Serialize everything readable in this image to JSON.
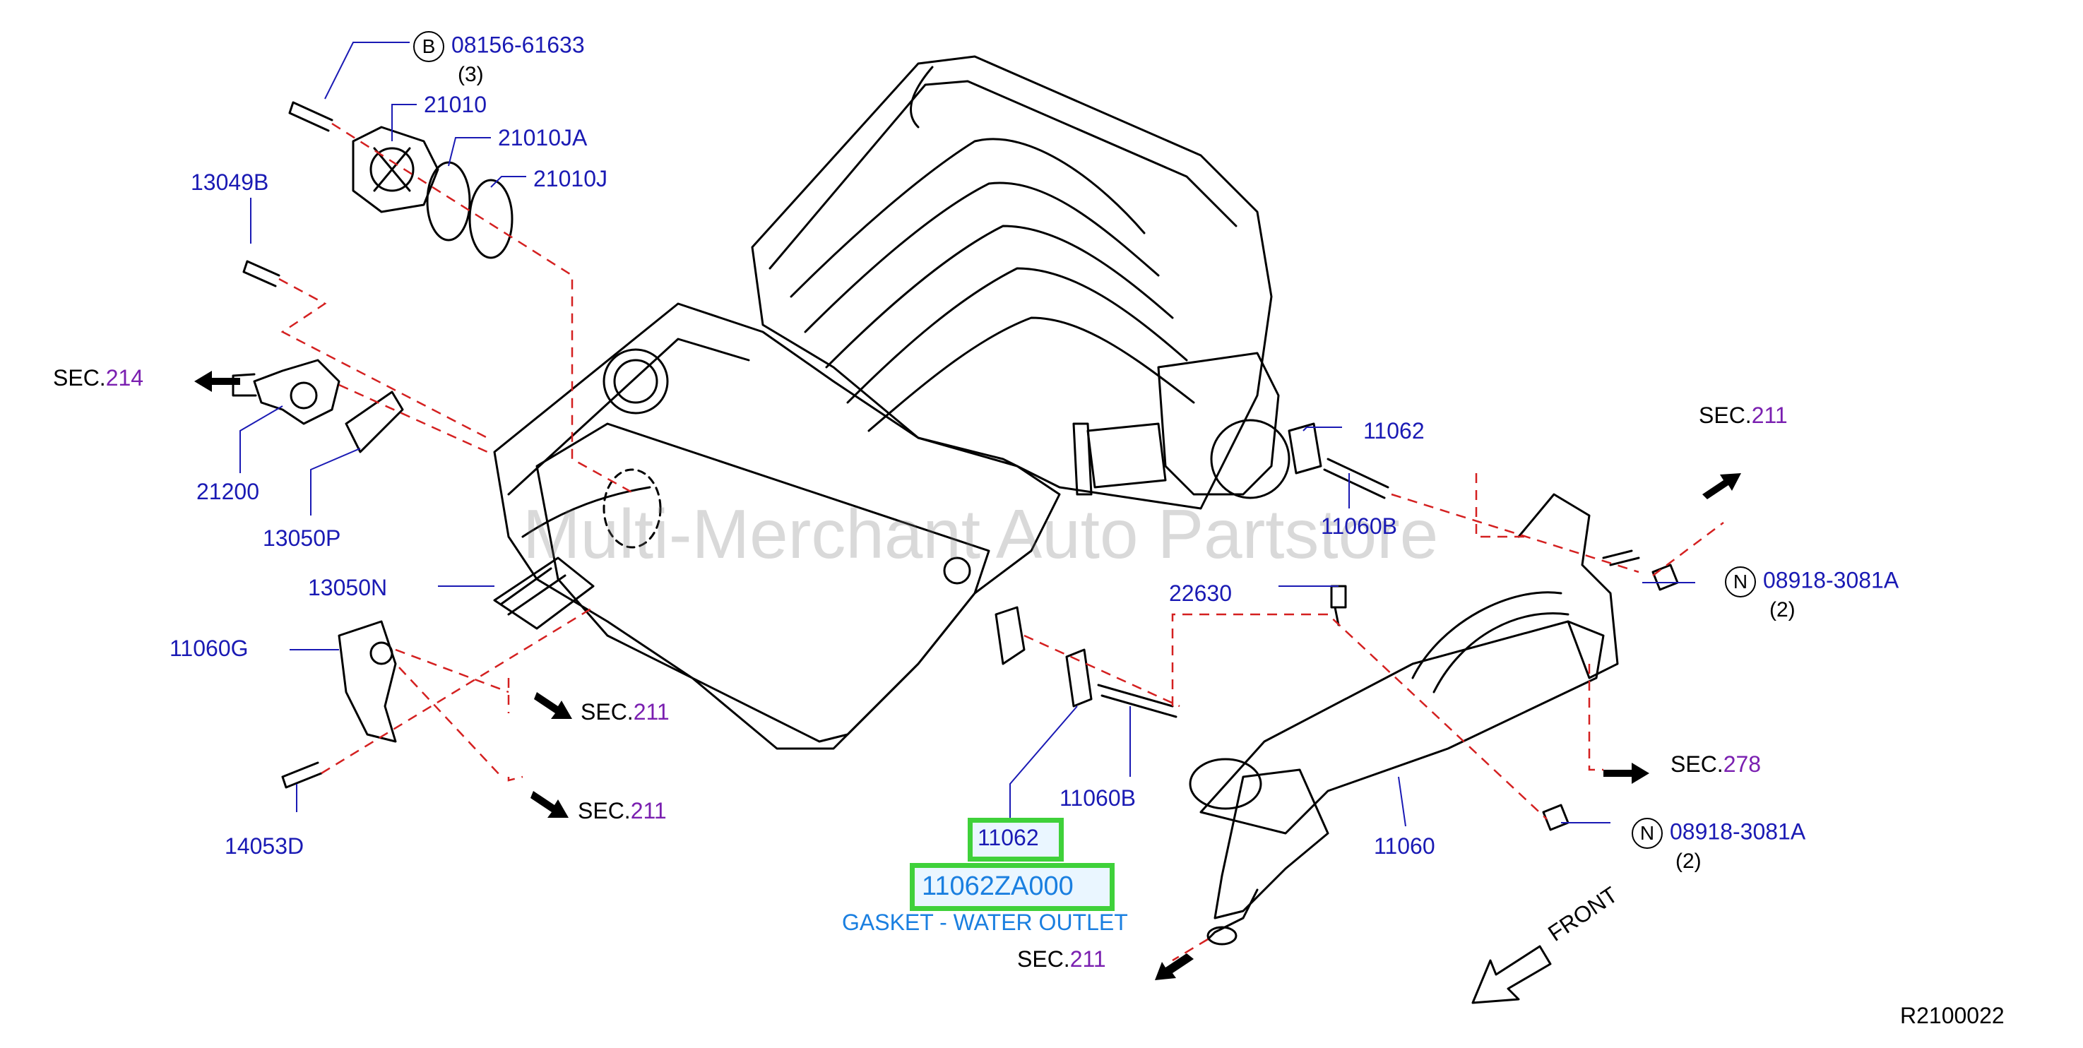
{
  "diagram": {
    "watermark": "Multi-Merchant Auto Partstore",
    "ref_code": "R2100022",
    "front_label": "FRONT",
    "sec_prefix": "SEC.",
    "callouts": {
      "bolt_b": {
        "badge": "B",
        "part": "08156-61633",
        "qty": "(3)"
      },
      "p21010": "21010",
      "p21010ja": "21010JA",
      "p21010j": "21010J",
      "p13049b": "13049B",
      "p21200": "21200",
      "p13050p": "13050P",
      "p13050n": "13050N",
      "p11060g": "11060G",
      "p14053d": "14053D",
      "p11062_top": "11062",
      "p11060b_top": "11060B",
      "p22630": "22630",
      "nut_n_top": {
        "badge": "N",
        "part": "08918-3081A",
        "qty": "(2)"
      },
      "nut_n_bottom": {
        "badge": "N",
        "part": "08918-3081A",
        "qty": "(2)"
      },
      "p11060": "11060",
      "p11060b_bottom": "11060B",
      "p11062_selected": "11062",
      "selected_part_number": "11062ZA000",
      "selected_description": "GASKET - WATER OUTLET"
    },
    "sections": {
      "left_214": "214",
      "mid_211_a": "211",
      "mid_211_b": "211",
      "top_right_211": "211",
      "right_278": "278",
      "bottom_211": "211"
    },
    "colors": {
      "part_number": "#1a1ab4",
      "section_number": "#7a1fb0",
      "highlight": "#3fd13a",
      "description": "#1a7fe0"
    }
  }
}
